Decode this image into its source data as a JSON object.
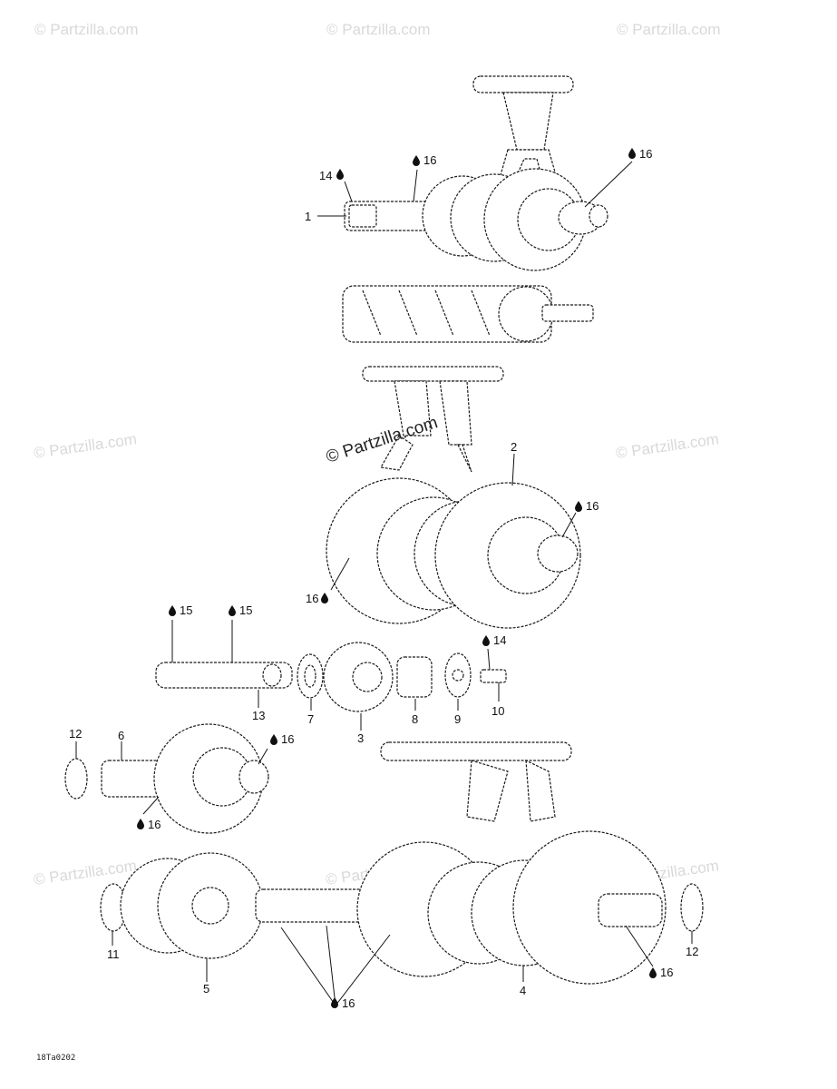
{
  "watermark": "© Partzilla.com",
  "center_watermark": "© Partzilla.com",
  "drawing_code": "18Ta0202",
  "callouts": [
    {
      "key": "c1",
      "text": "1"
    },
    {
      "key": "c2",
      "text": "2"
    },
    {
      "key": "c3",
      "text": "3"
    },
    {
      "key": "c4",
      "text": "4"
    },
    {
      "key": "c5",
      "text": "5"
    },
    {
      "key": "c6",
      "text": "6"
    },
    {
      "key": "c7",
      "text": "7"
    },
    {
      "key": "c8",
      "text": "8"
    },
    {
      "key": "c9",
      "text": "9"
    },
    {
      "key": "c10",
      "text": "10"
    },
    {
      "key": "c11",
      "text": "11"
    },
    {
      "key": "c12a",
      "text": "12"
    },
    {
      "key": "c12b",
      "text": "12"
    },
    {
      "key": "c13",
      "text": "13"
    }
  ],
  "lube_marks": [
    {
      "key": "l14a",
      "text": "14"
    },
    {
      "key": "l16a",
      "text": "16"
    },
    {
      "key": "l16b",
      "text": "16"
    },
    {
      "key": "l16c",
      "text": "16"
    },
    {
      "key": "l16d",
      "text": "16"
    },
    {
      "key": "l15a",
      "text": "15"
    },
    {
      "key": "l15b",
      "text": "15"
    },
    {
      "key": "l14b",
      "text": "14"
    },
    {
      "key": "l16e",
      "text": "16"
    },
    {
      "key": "l16f",
      "text": "16"
    },
    {
      "key": "l16g",
      "text": "16"
    },
    {
      "key": "l16h",
      "text": "16"
    }
  ]
}
